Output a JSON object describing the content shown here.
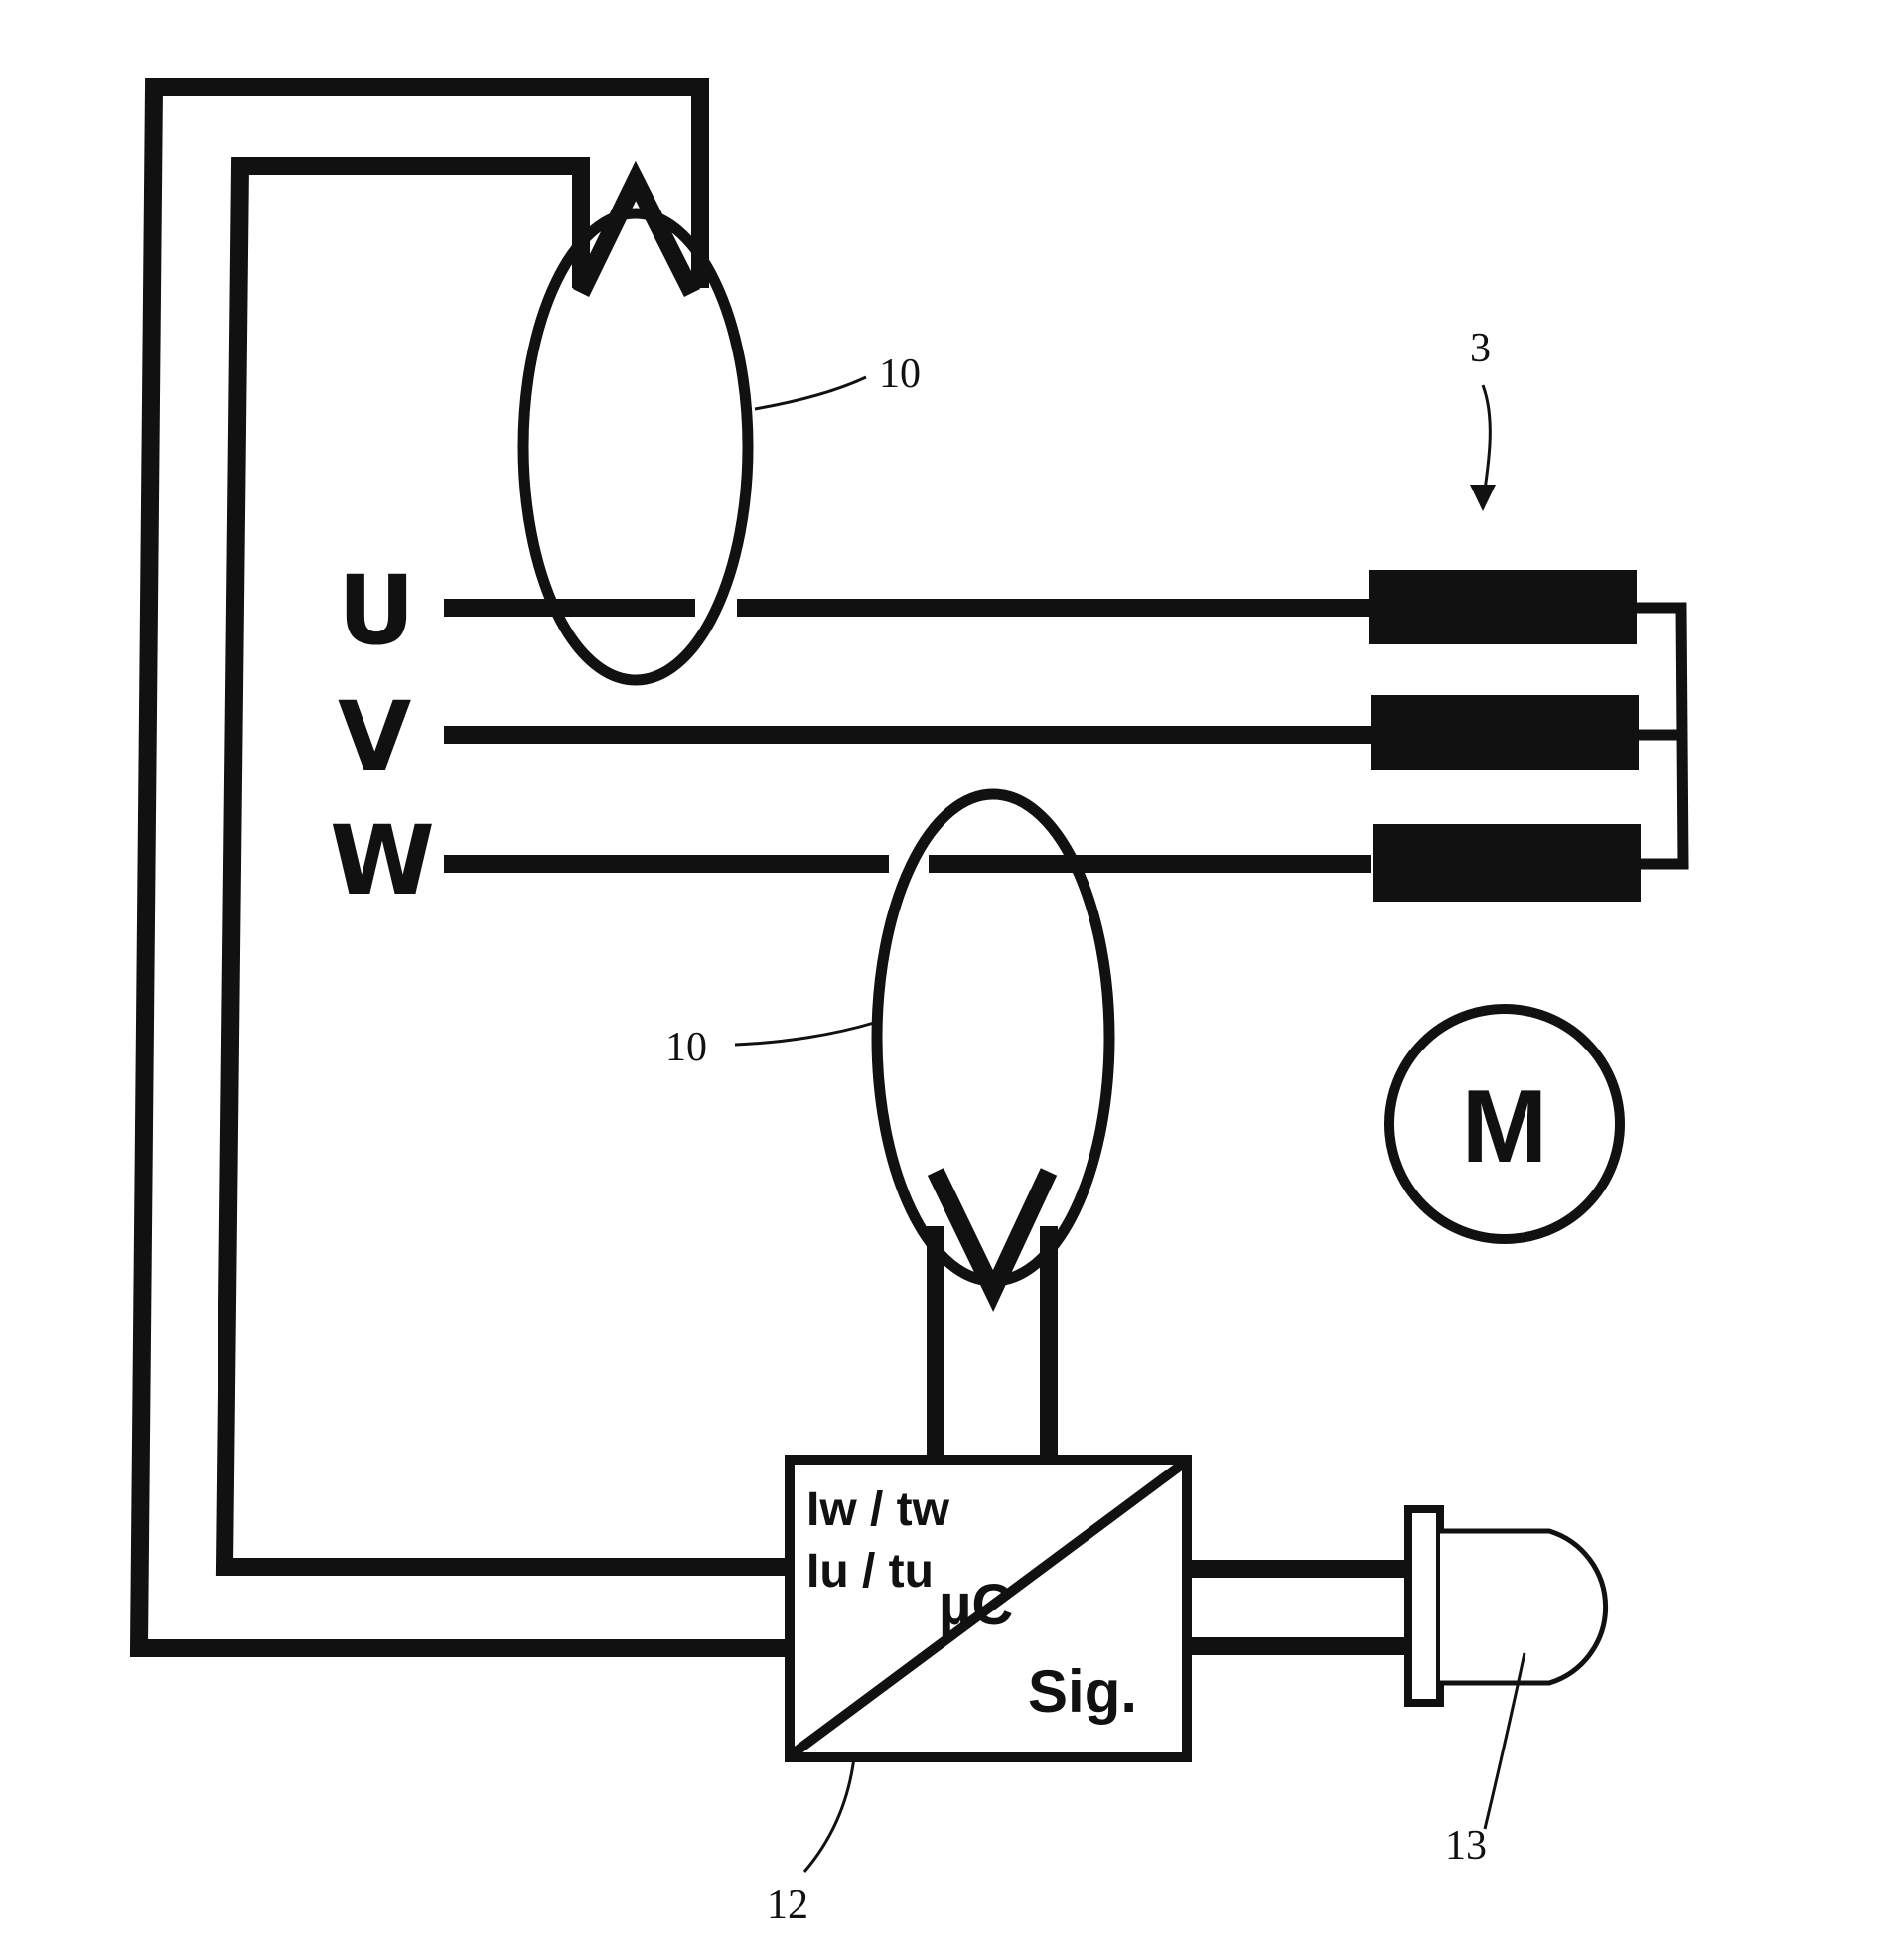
{
  "diagram": {
    "phases": [
      "U",
      "V",
      "W"
    ],
    "labels": {
      "sensor_top": "10",
      "sensor_bottom": "10",
      "winding": "3",
      "controller": "12",
      "indicator": "13"
    },
    "motor": "M",
    "controller": {
      "line1": "Iw / tw",
      "line2": "Iu / tu",
      "center": "µC",
      "corner": "Sig."
    }
  }
}
